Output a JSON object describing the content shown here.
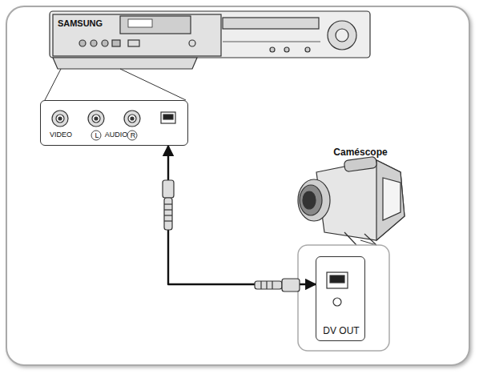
{
  "diagram": {
    "nodes": [
      {
        "text": [
          "VIDEO",
          "L",
          "AUDIO",
          "R"
        ]
      },
      {
        "text": [
          "DV OUT"
        ]
      }
    ],
    "edges": [
      {
        "from": 0,
        "to": 1,
        "arrow": "both"
      }
    ],
    "labels": [
      "SAMSUNG",
      "Caméscope"
    ]
  }
}
